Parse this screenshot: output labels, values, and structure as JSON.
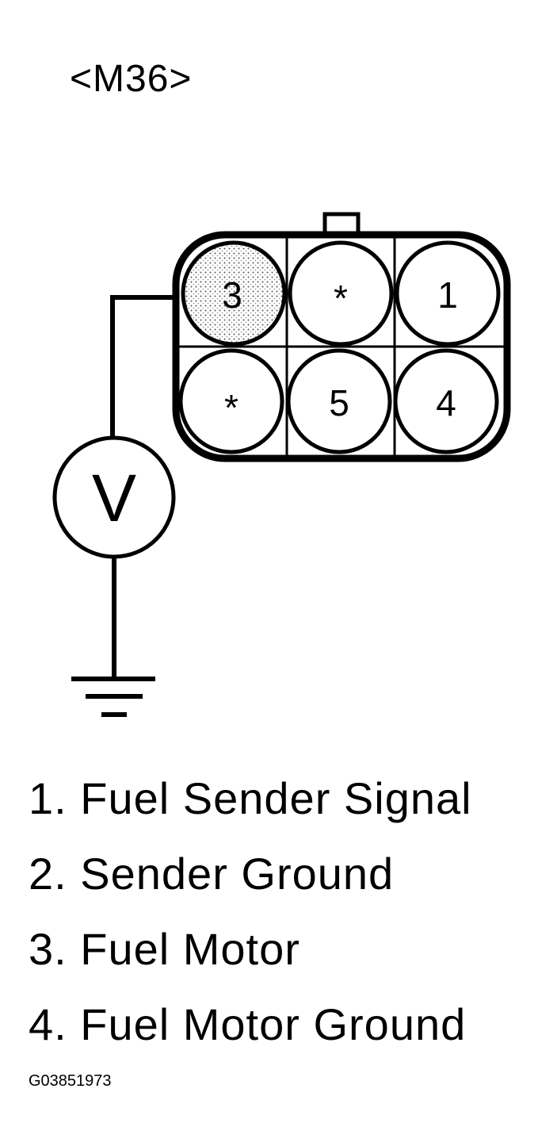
{
  "connector": {
    "name": "<M36>",
    "pins_top": [
      "3",
      "*",
      "1"
    ],
    "pins_bottom": [
      "*",
      "5",
      "4"
    ],
    "highlighted_pin": "3"
  },
  "meter": {
    "label": "V"
  },
  "legend": [
    "1. Fuel Sender Signal",
    "2. Sender Ground",
    "3. Fuel Motor",
    "4. Fuel Motor Ground"
  ],
  "figure_code": "G03851973",
  "colors": {
    "ink": "#000000",
    "highlight": "#d9d9d9"
  }
}
